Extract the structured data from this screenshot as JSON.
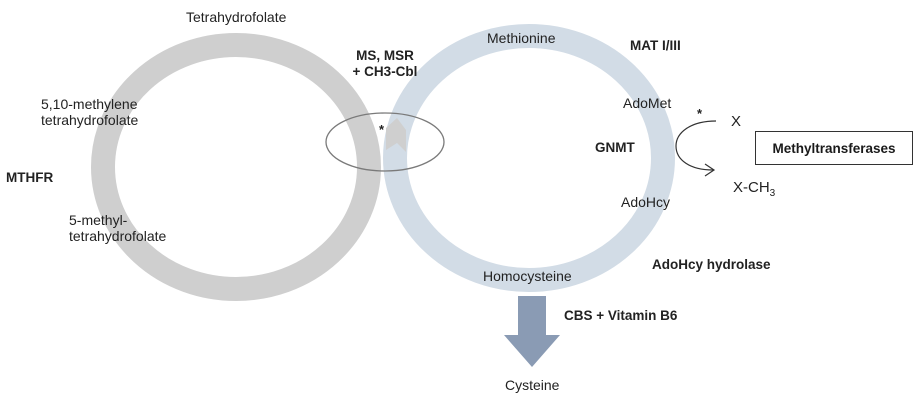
{
  "colors": {
    "folate_cycle": "#cfcfcf",
    "methionine_cycle": "#d2dce6",
    "arrow": "#8a9bb4",
    "ellipse_stroke": "#7a7a7a",
    "text": "#222222"
  },
  "folate_cycle": {
    "metabolites": {
      "top": "Tetrahydrofolate",
      "left_upper_line1": "5,10-methylene",
      "left_upper_line2": "tetrahydrofolate",
      "left_lower_line1": "5-methyl-",
      "left_lower_line2": "tetrahydrofolate"
    },
    "enzyme": "MTHFR"
  },
  "junction": {
    "enzyme_line1": "MS, MSR",
    "enzyme_line2": "+ CH3-Cbl",
    "marker": "*"
  },
  "methionine_cycle": {
    "metabolites": {
      "top": "Methionine",
      "right_upper": "AdoMet",
      "right_lower": "AdoHcy",
      "bottom": "Homocysteine"
    },
    "enzymes": {
      "top_right": "MAT I/III",
      "inner": "GNMT",
      "bottom_right": "AdoHcy hydrolase"
    }
  },
  "methylation": {
    "marker": "*",
    "substrate": "X",
    "product_prefix": "X-CH",
    "product_subscript": "3",
    "box_label": "Methyltransferases"
  },
  "transsulfuration": {
    "enzyme": "CBS + Vitamin B6",
    "product": "Cysteine"
  }
}
